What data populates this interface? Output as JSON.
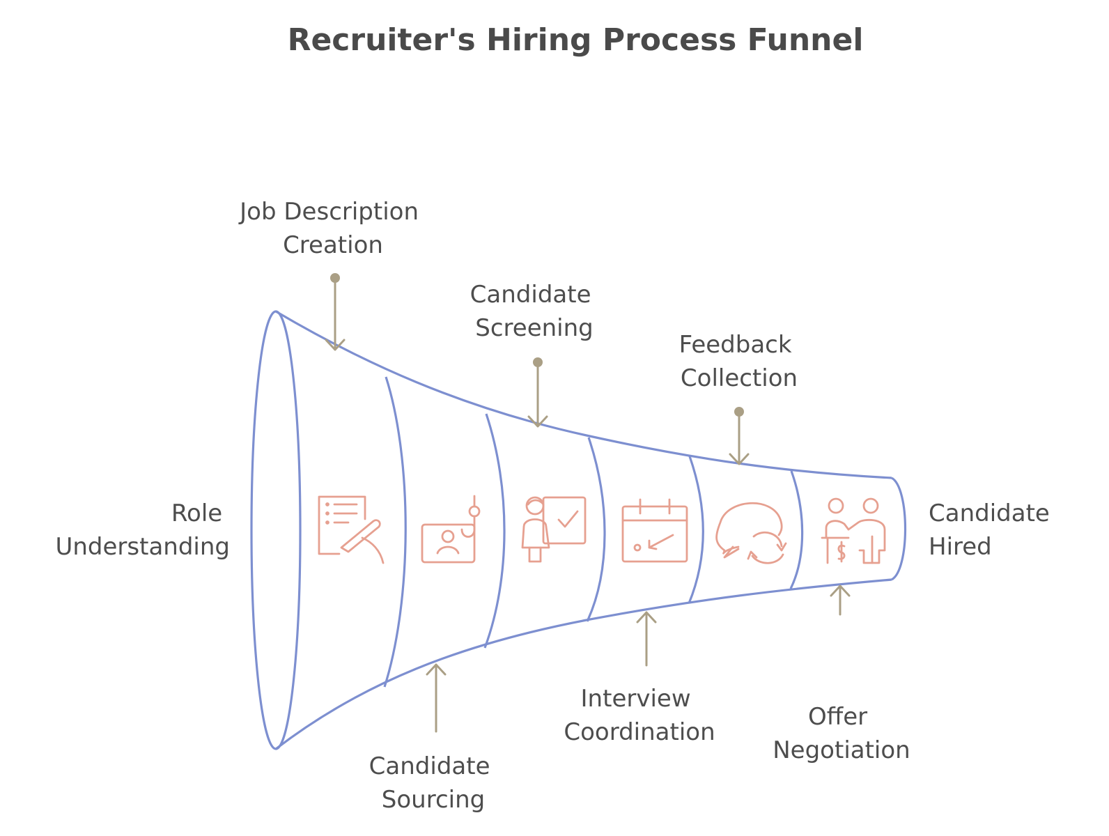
{
  "title": "Recruiter's Hiring Process Funnel",
  "colors": {
    "funnel": "#7d8fd0",
    "arrow": "#aa9f85",
    "icon": "#e6a090",
    "text": "#4d4d4d"
  },
  "stages": [
    {
      "lines": [
        "Role",
        "Understanding"
      ],
      "icon": "none"
    },
    {
      "lines": [
        "Job Description",
        "Creation"
      ],
      "icon": "document-pen-icon"
    },
    {
      "lines": [
        "Candidate",
        "Sourcing"
      ],
      "icon": "candidate-hook-icon"
    },
    {
      "lines": [
        "Candidate",
        "Screening"
      ],
      "icon": "presenter-check-icon"
    },
    {
      "lines": [
        "Interview",
        "Coordination"
      ],
      "icon": "calendar-icon"
    },
    {
      "lines": [
        "Feedback",
        "Collection"
      ],
      "icon": "chat-refresh-icon"
    },
    {
      "lines": [
        "Offer",
        "Negotiation"
      ],
      "icon": "offer-handshake-icon"
    },
    {
      "lines": [
        "Candidate",
        "Hired"
      ],
      "icon": "none"
    }
  ]
}
